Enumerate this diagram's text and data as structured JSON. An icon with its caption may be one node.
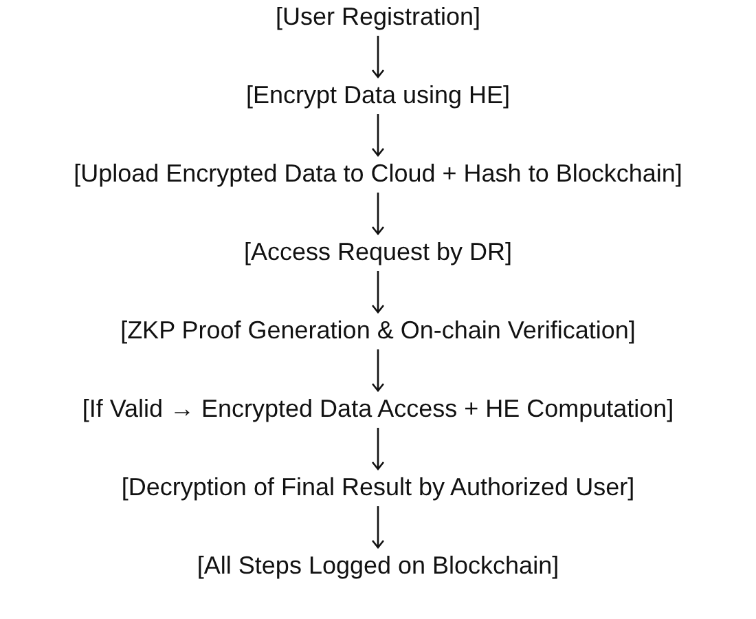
{
  "diagram": {
    "nodes": [
      {
        "text": [
          "[User Registration]"
        ]
      },
      {
        "text": [
          "[Encrypt Data using HE]"
        ]
      },
      {
        "text": [
          "[Upload Encrypted Data to Cloud + Hash to Blockchain]"
        ]
      },
      {
        "text": [
          "[Access Request by DR]"
        ]
      },
      {
        "text": [
          "[ZKP Proof Generation & On-chain Verification]"
        ]
      },
      {
        "text": [
          "[If Valid → Encrypted Data Access + HE Computation]"
        ]
      },
      {
        "text": [
          "[Decryption of Final Result by Authorized User]"
        ]
      },
      {
        "text": [
          "[All Steps Logged on Blockchain]"
        ]
      }
    ],
    "edges": [
      {
        "from": 0,
        "to": 1,
        "arrow": "to"
      },
      {
        "from": 1,
        "to": 2,
        "arrow": "to"
      },
      {
        "from": 2,
        "to": 3,
        "arrow": "to"
      },
      {
        "from": 3,
        "to": 4,
        "arrow": "to"
      },
      {
        "from": 4,
        "to": 5,
        "arrow": "to"
      },
      {
        "from": 5,
        "to": 6,
        "arrow": "to"
      },
      {
        "from": 6,
        "to": 7,
        "arrow": "to"
      }
    ]
  }
}
